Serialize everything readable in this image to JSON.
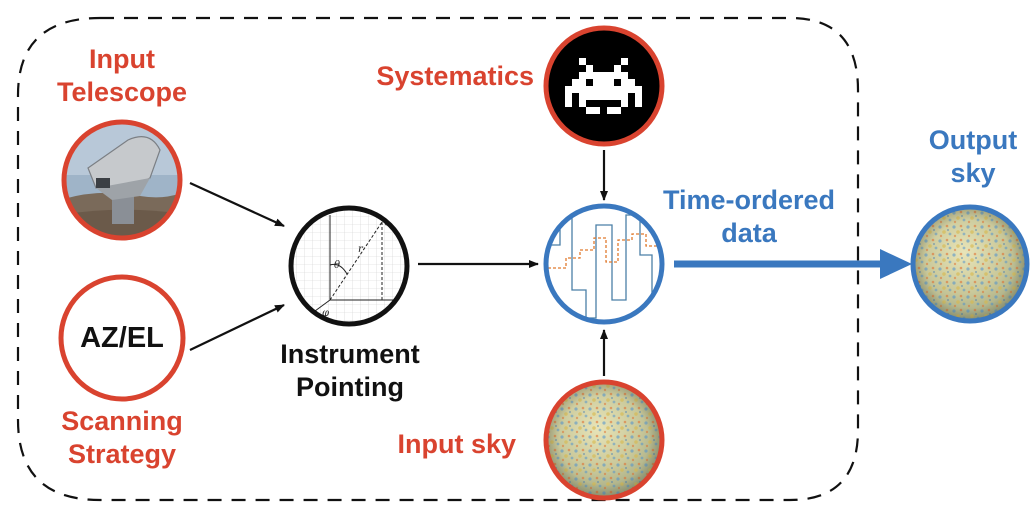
{
  "nodes": {
    "input_telescope": {
      "line1": "Input",
      "line2": "Telescope"
    },
    "scanning": {
      "circle_text": "AZ/EL",
      "line1": "Scanning",
      "line2": "Strategy"
    },
    "instrument": {
      "line1": "Instrument",
      "line2": "Pointing",
      "coord_r_theta": "(r, θ)",
      "coord_r": "r",
      "coord_theta": "θ",
      "coord_phi": "φ"
    },
    "systematics": {
      "label": "Systematics"
    },
    "tod": {
      "line1": "Time-ordered",
      "line2": "data"
    },
    "input_sky": {
      "label": "Input sky"
    },
    "output_sky": {
      "line1": "Output",
      "line2": "sky"
    }
  },
  "colors": {
    "red": "#d9432f",
    "blue": "#3a78bf",
    "black": "#111111",
    "signal_blue": "#4a7fa6",
    "signal_orange": "#e07a2e"
  }
}
